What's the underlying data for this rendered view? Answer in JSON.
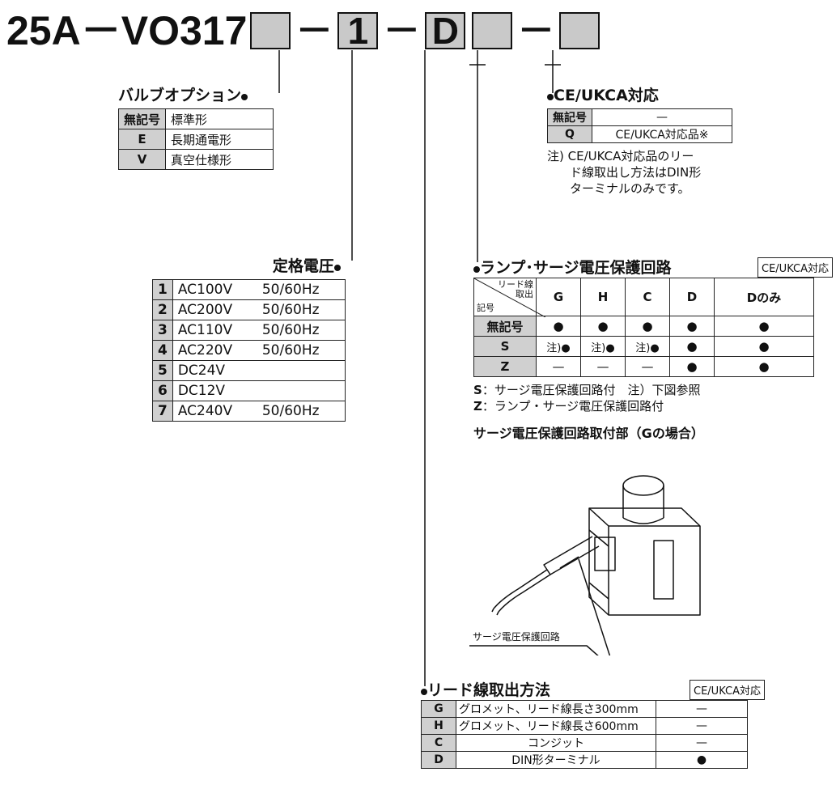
{
  "title": {
    "prefix": "25A－VO317",
    "sep": "－",
    "box2": "1",
    "box3": "D"
  },
  "valve_option": {
    "heading": "バルブオプション",
    "rows": [
      {
        "code": "無記号",
        "desc": "標準形"
      },
      {
        "code": "E",
        "desc": "長期通電形"
      },
      {
        "code": "V",
        "desc": "真空仕様形"
      }
    ]
  },
  "voltage": {
    "heading": "定格電圧",
    "rows": [
      {
        "code": "1",
        "v": "AC100V",
        "hz": "50/60Hz"
      },
      {
        "code": "2",
        "v": "AC200V",
        "hz": "50/60Hz"
      },
      {
        "code": "3",
        "v": "AC110V",
        "hz": "50/60Hz"
      },
      {
        "code": "4",
        "v": "AC220V",
        "hz": "50/60Hz"
      },
      {
        "code": "5",
        "v": "DC24V",
        "hz": ""
      },
      {
        "code": "6",
        "v": "DC12V",
        "hz": ""
      },
      {
        "code": "7",
        "v": "AC240V",
        "hz": "50/60Hz"
      }
    ]
  },
  "ce": {
    "heading": "CE/UKCA対応",
    "rows": [
      {
        "code": "無記号",
        "desc": "—"
      },
      {
        "code": "Q",
        "desc": "CE/UKCA対応品※"
      }
    ],
    "note": [
      "注) CE/UKCA対応品のリー",
      "ド線取出し方法はDIN形",
      "ターミナルのみです。"
    ]
  },
  "lamp": {
    "heading": "ランプ･サージ電圧保護回路",
    "ce_label": "CE/UKCA対応",
    "corner_top": [
      "リード線",
      "取出"
    ],
    "corner_bottom": "記号",
    "cols": [
      "G",
      "H",
      "C",
      "D",
      "Dのみ"
    ],
    "rows": [
      {
        "code": "無記号",
        "cells": [
          "●",
          "●",
          "●",
          "●",
          "●"
        ]
      },
      {
        "code": "S",
        "cells": [
          "注)●",
          "注)●",
          "注)●",
          "●",
          "●"
        ]
      },
      {
        "code": "Z",
        "cells": [
          "—",
          "—",
          "—",
          "●",
          "●"
        ]
      }
    ],
    "note_s_code": "S",
    "note_s": "：サージ電圧保護回路付　注）下図参照",
    "note_z_code": "Z",
    "note_z": "：ランプ・サージ電圧保護回路付",
    "figure_caption": "サージ電圧保護回路取付部（Gの場合）",
    "figure_label": "サージ電圧保護回路"
  },
  "lead": {
    "heading": "リード線取出方法",
    "ce_label": "CE/UKCA対応",
    "rows": [
      {
        "code": "G",
        "desc": "グロメット、リード線長さ300mm",
        "ce": "—"
      },
      {
        "code": "H",
        "desc": "グロメット、リード線長さ600mm",
        "ce": "—"
      },
      {
        "code": "C",
        "desc": "コンジット",
        "ce": "—"
      },
      {
        "code": "D",
        "desc": "DIN形ターミナル",
        "ce": "●"
      }
    ]
  }
}
